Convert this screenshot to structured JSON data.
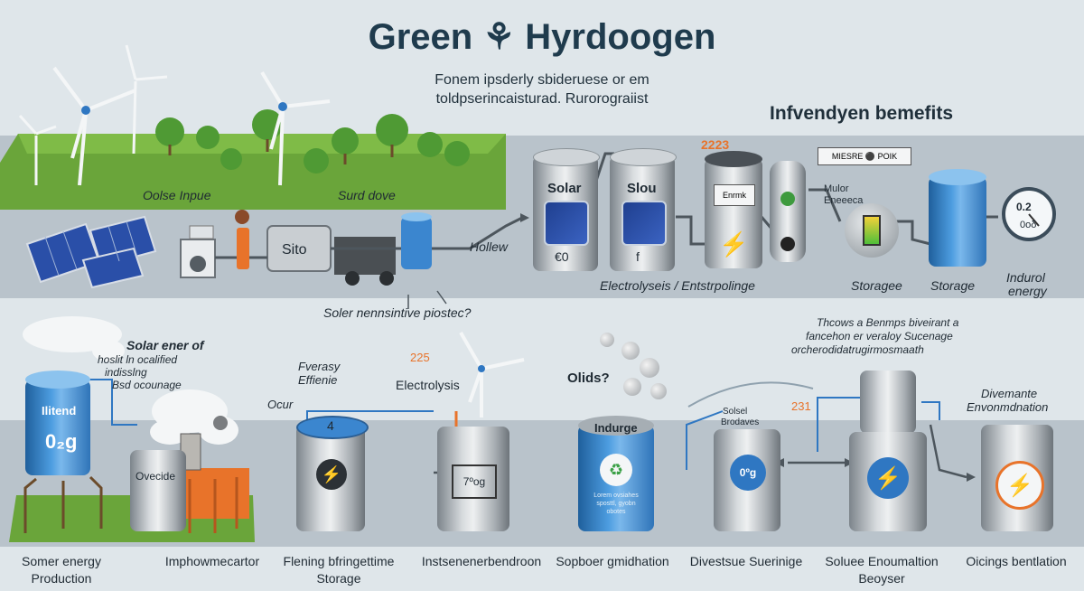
{
  "header": {
    "title": "Green ⚘ Hyrdoogen",
    "subtitle_line1": "Fonem ipsderly sbideruese or em",
    "subtitle_line2": "toldpserincaisturad. Rurorograiist",
    "benefits": "Infvendyen bemefits"
  },
  "top_row": {
    "label_oise_inpue": "Oolse Inpue",
    "label_surd_dove": "Surd dove",
    "label_hollew": "Hollew",
    "label_sito": "Sito",
    "label_solar": "Solar",
    "label_slou": "Slou",
    "label_tank1_bottom": "€0",
    "label_tank2_bottom": "f",
    "label_2223": "2223",
    "label_tank3_sign": "Enrmk",
    "label_meter": "MIESRE ⚫ POIK",
    "label_mulor": "Mulor",
    "label_eneeeca": "Eneeeca",
    "gauge_value": "0.2",
    "gauge_label": "0oδ",
    "caption_electrolysis": "Electrolyseis / Entstrpolinge",
    "caption_storagee": "Storagee",
    "caption_storage": "Storage",
    "caption_industrial_1": "Indurol",
    "caption_industrial_2": "energy",
    "mid_caption": "Soler nennsintive piostec?"
  },
  "bottom_row": {
    "solar_label_1": "Solar ener of",
    "solar_label_2": "hoslit ln ocalified",
    "solar_label_3": "indisslng",
    "solar_label_4": "Bsd ocounage",
    "tank_blue_label": "Ilitend",
    "tank_blue_value": "0₂g",
    "ovecide": "Ovecide",
    "fverasy": "Fverasy",
    "effiche": "Effienie",
    "ocur": "Ocur",
    "tank_num": "4",
    "num_225": "225",
    "electrolysis": "Electrolysis",
    "box_value": "7ºog",
    "olids": "Olids?",
    "indurge": "Indurge",
    "small_text": "Lorem ovsiahes sposttl, gyobn obotes",
    "solsel_1": "Solsel",
    "solsel_2": "Brodaves",
    "num_231": "231",
    "circle_value": "0ºg",
    "right_note_1": "Thcows a Benmps biveirant a",
    "right_note_2": "fancehon er veraloy Sucenage",
    "right_note_3": "orcherodidatrugirmosmaath",
    "divemante_1": "Divemante",
    "divemante_2": "Envonmdnation",
    "captions": [
      {
        "l1": "Somer energy",
        "l2": "Production"
      },
      {
        "l1": "Imphowmecartor",
        "l2": ""
      },
      {
        "l1": "Flening bfringettime",
        "l2": "Storage"
      },
      {
        "l1": "Instsenenerbendroon",
        "l2": ""
      },
      {
        "l1": "Sopboer gmidhation",
        "l2": ""
      },
      {
        "l1": "Divestsue Suerinige",
        "l2": ""
      },
      {
        "l1": "Soluee Enoumaltion",
        "l2": "Beoyser"
      },
      {
        "l1": "Oicings bentlation",
        "l2": ""
      }
    ]
  },
  "colors": {
    "background": "#dfe6ea",
    "band": "#b9c3cb",
    "title": "#1f3b4d",
    "grass": "#6aa53a",
    "blue_tank": "#3b86cf",
    "accent_orange": "#e8732a"
  }
}
